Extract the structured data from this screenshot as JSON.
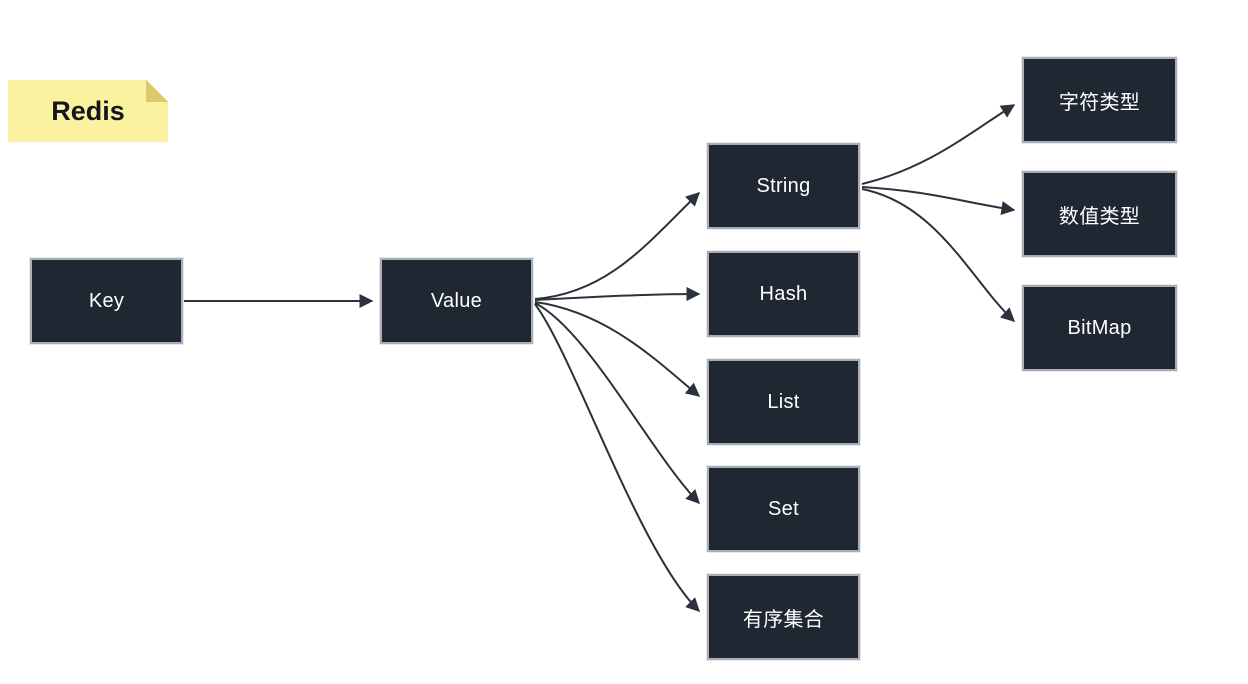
{
  "note": {
    "label": "Redis"
  },
  "diagram": {
    "nodes": [
      {
        "id": "key",
        "label": "Key"
      },
      {
        "id": "value",
        "label": "Value"
      },
      {
        "id": "string",
        "label": "String"
      },
      {
        "id": "hash",
        "label": "Hash"
      },
      {
        "id": "list",
        "label": "List"
      },
      {
        "id": "set",
        "label": "Set"
      },
      {
        "id": "sorted-set",
        "label": "有序集合"
      },
      {
        "id": "char-type",
        "label": "字符类型"
      },
      {
        "id": "numeric-type",
        "label": "数值类型"
      },
      {
        "id": "bitmap",
        "label": "BitMap"
      }
    ],
    "edges": [
      {
        "from": "Key",
        "to": "Value"
      },
      {
        "from": "Value",
        "to": "String"
      },
      {
        "from": "Value",
        "to": "Hash"
      },
      {
        "from": "Value",
        "to": "List"
      },
      {
        "from": "Value",
        "to": "Set"
      },
      {
        "from": "Value",
        "to": "有序集合"
      },
      {
        "from": "String",
        "to": "字符类型"
      },
      {
        "from": "String",
        "to": "数值类型"
      },
      {
        "from": "String",
        "to": "BitMap"
      }
    ],
    "colors": {
      "node_bg": "#1f2733",
      "node_border": "#a9adb5",
      "node_text": "#ffffff",
      "arrow": "#2b313d",
      "note_bg": "#fbf2a0",
      "note_fold": "#dbc96b",
      "note_text": "#15151f",
      "canvas_bg": "#ffffff"
    }
  }
}
